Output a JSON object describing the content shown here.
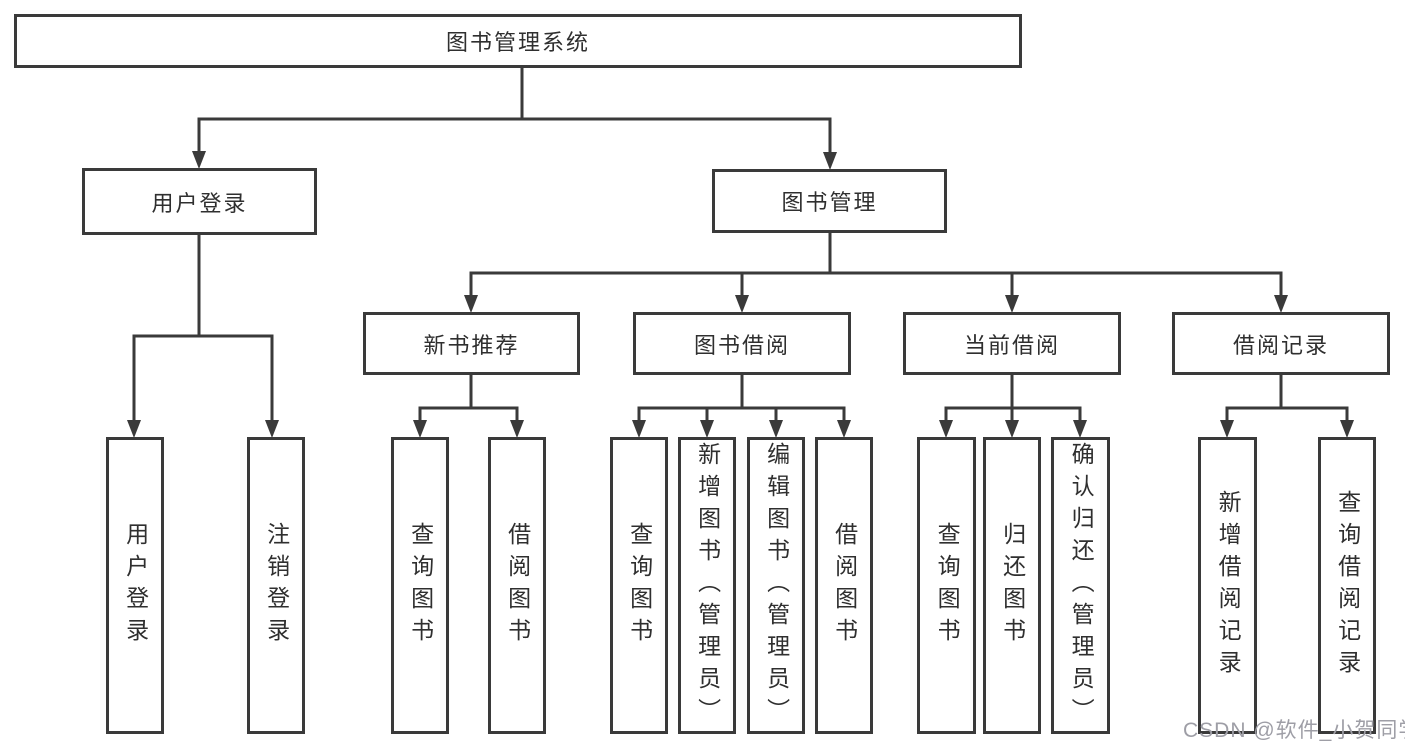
{
  "tree": {
    "root": {
      "label": "图书管理系统"
    },
    "branches": [
      {
        "label": "用户登录",
        "children": [
          {
            "label": "用户登录"
          },
          {
            "label": "注销登录"
          }
        ]
      },
      {
        "label": "图书管理",
        "groups": [
          {
            "label": "新书推荐",
            "children": [
              {
                "label": "查询图书"
              },
              {
                "label": "借阅图书"
              }
            ]
          },
          {
            "label": "图书借阅",
            "children": [
              {
                "label": "查询图书"
              },
              {
                "label": "新增图书（管理员）"
              },
              {
                "label": "编辑图书（管理员）"
              },
              {
                "label": "借阅图书"
              }
            ]
          },
          {
            "label": "当前借阅",
            "children": [
              {
                "label": "查询图书"
              },
              {
                "label": "归还图书"
              },
              {
                "label": "确认归还（管理员）"
              }
            ]
          },
          {
            "label": "借阅记录",
            "children": [
              {
                "label": "新增借阅记录"
              },
              {
                "label": "查询借阅记录"
              }
            ]
          }
        ]
      }
    ]
  },
  "watermark": "CSDN @软件_小贺同学",
  "colors": {
    "line": "#3a3a3a",
    "text": "#2f2f2f",
    "watermark": "#9e9ea6",
    "background": "#ffffff"
  }
}
